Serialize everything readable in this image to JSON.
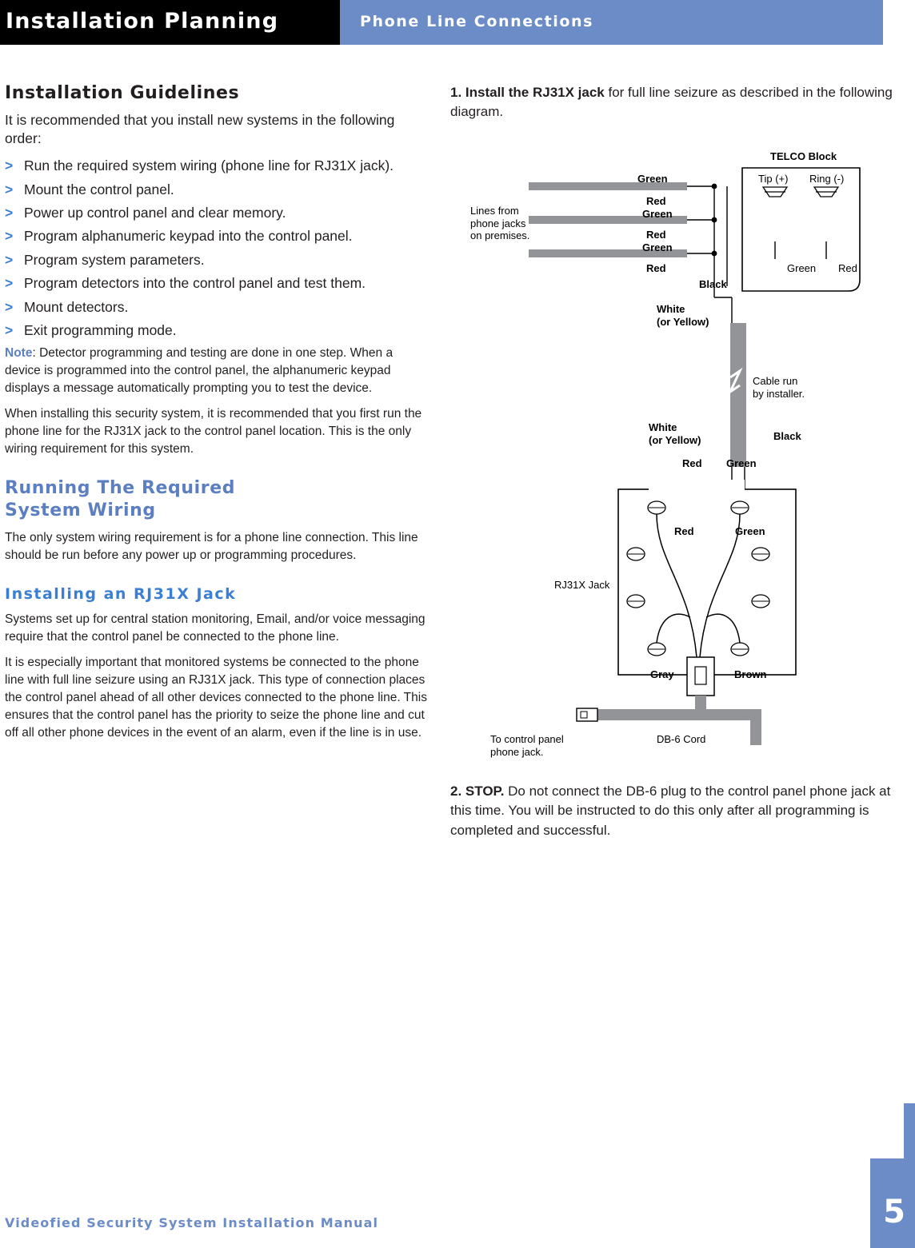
{
  "header": {
    "title": "Installation Planning",
    "subtitle": "Phone Line Connections"
  },
  "left": {
    "heading": "Installation Guidelines",
    "intro": "It is recommended that you install new systems in the following order:",
    "bullets": [
      "Run the required system wiring (phone line for RJ31X jack).",
      "Mount the control panel.",
      "Power up control panel and clear memory.",
      "Program alphanumeric keypad into the control panel.",
      "Program system parameters.",
      "Program detectors into the control panel and test them.",
      "Mount detectors.",
      "Exit programming mode."
    ],
    "bullet_marker": ">",
    "note_label": "Note",
    "note_text": ": Detector programming and testing are done in one step. When a device is programmed into the control panel, the alphanumeric keypad displays a message automatically prompting you to test the device.",
    "para_install": "When installing this security system, it is recommended that you first run the phone line for the RJ31X jack to the control panel location. This is the only wiring requirement for this system.",
    "heading2_line1": "Running The Required",
    "heading2_line2": "System Wiring",
    "para_wiring": "The only system wiring requirement is for a phone line connection. This line should be run before any power up or programming procedures.",
    "heading3": "Installing an RJ31X Jack",
    "para_rj1": "Systems set up for central station monitoring, Email, and/or voice messaging require that the control panel be connected to the phone line.",
    "para_rj2": "It is especially important that monitored systems be connected to the phone line with full line seizure using an RJ31X jack. This type of connection places the control panel ahead of all other devices connected to the phone line. This ensures that the control panel has the priority to seize the phone line and cut off all other phone devices in the event of an alarm, even if the line is in use."
  },
  "right": {
    "step1_bold": "1. Install the RJ31X jack",
    "step1_rest": " for full line seizure as described in the following diagram.",
    "step2_bold": "2. STOP.",
    "step2_rest": " Do not connect the DB-6 plug to the control panel phone jack at this time. You will be instructed to do this only after all programming is completed and successful."
  },
  "diagram": {
    "telco_block": "TELCO Block",
    "tip": "Tip (+)",
    "ring": "Ring (-)",
    "telco_green": "Green",
    "telco_red": "Red",
    "lines_from": "Lines from\nphone jacks\non premises.",
    "pair1_green": "Green",
    "pair1_red": "Red",
    "pair2_green": "Green",
    "pair2_red": "Red",
    "pair3_green": "Green",
    "pair3_red": "Red",
    "black_top": "Black",
    "white_top": "White\n(or Yellow)",
    "cable_run": "Cable run\nby installer.",
    "white_bottom": "White\n(or Yellow)",
    "black_bottom": "Black",
    "jack_red_top": "Red",
    "jack_green_top": "Green",
    "jack_red": "Red",
    "jack_green": "Green",
    "rj31x_jack": "RJ31X Jack",
    "gray": "Gray",
    "brown": "Brown",
    "db6_cord": "DB-6 Cord",
    "to_control_panel": "To control panel\nphone jack."
  },
  "footer": {
    "manual": "Videofied Security System Installation Manual",
    "page": "5"
  },
  "colors": {
    "header_blue": "#6b8cc7",
    "accent_blue": "#3b7fd4",
    "heading_blue": "#5b7fc0",
    "wire_gray": "#929497",
    "black": "#000000"
  }
}
